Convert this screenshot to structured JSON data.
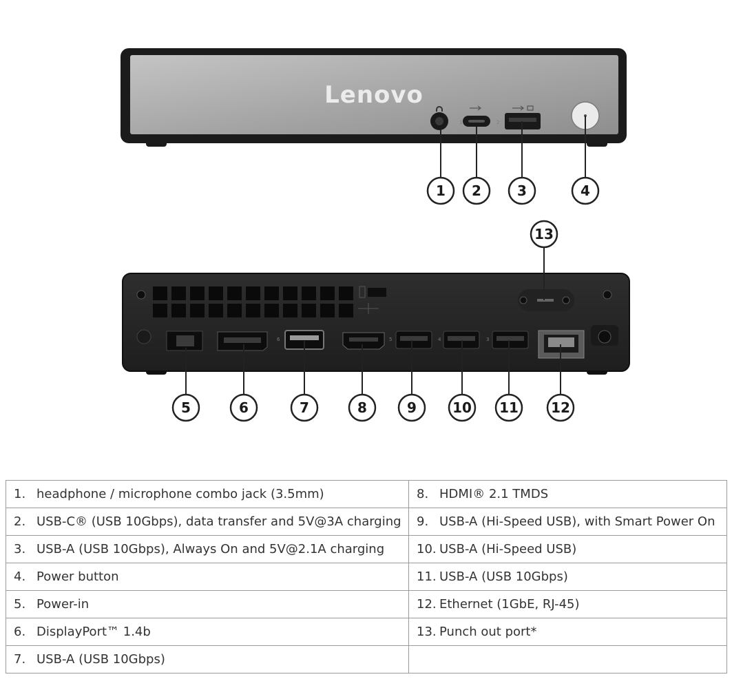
{
  "front_panel": {
    "logo": "Lenovo",
    "port_labels": {
      "usb_c_index": "1",
      "usb_a_index": "2"
    }
  },
  "rear_panel": {
    "port_indices": [
      "6",
      "5",
      "4",
      "3"
    ]
  },
  "callouts": [
    "1",
    "2",
    "3",
    "4",
    "5",
    "6",
    "7",
    "8",
    "9",
    "10",
    "11",
    "12",
    "13"
  ],
  "legend": {
    "left": [
      {
        "num": "1.",
        "text": "headphone / microphone combo jack (3.5mm)"
      },
      {
        "num": "2.",
        "text": "USB-C® (USB 10Gbps), data transfer and 5V@3A charging"
      },
      {
        "num": "3.",
        "text": "USB-A (USB 10Gbps), Always On and 5V@2.1A charging"
      },
      {
        "num": "4.",
        "text": "Power button"
      },
      {
        "num": "5.",
        "text": "Power-in"
      },
      {
        "num": "6.",
        "text": "DisplayPort™ 1.4b"
      },
      {
        "num": "7.",
        "text": "USB-A (USB 10Gbps)"
      }
    ],
    "right": [
      {
        "num": "8.",
        "text": "HDMI® 2.1 TMDS"
      },
      {
        "num": "9.",
        "text": "USB-A (Hi-Speed USB), with Smart Power On"
      },
      {
        "num": "10.",
        "text": "USB-A (Hi-Speed USB)"
      },
      {
        "num": "11.",
        "text": "USB-A (USB 10Gbps)"
      },
      {
        "num": "12.",
        "text": "Ethernet (1GbE, RJ-45)"
      },
      {
        "num": "13.",
        "text": "Punch out port*"
      }
    ]
  },
  "colors": {
    "front_bezel": "#1c1c1c",
    "front_face": "#a9a9a9",
    "rear_body": "#262626",
    "callout_stroke": "#222222",
    "table_border": "#9a9a9a"
  }
}
